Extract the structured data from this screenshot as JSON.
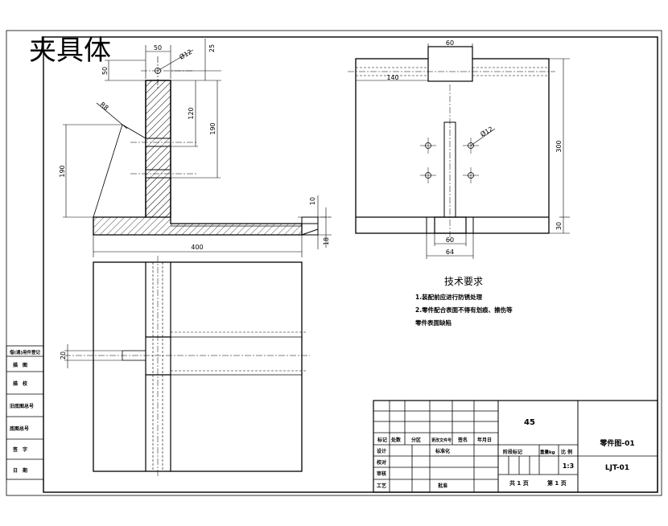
{
  "stamp": {
    "text": "夹具体",
    "color": "#e00000"
  },
  "dims": {
    "d50_top": "50",
    "d25": "25",
    "d50_left": "50",
    "d120": "120",
    "d190_right": "190",
    "d190_left": "190",
    "r8": "R8",
    "dia12_left": "Ø12",
    "d10": "10",
    "d18": "18",
    "d400": "400",
    "d20": "20",
    "d60_top": "60",
    "d140": "140",
    "d300": "300",
    "d30": "30",
    "dia12_right": "Ø12",
    "d60_bottom": "60",
    "d64": "64"
  },
  "tech": {
    "title": "技术要求",
    "line1": "1.装配前应进行防锈处理",
    "line2": "2.零件配合表面不得有划痕、擦伤等",
    "line3": "零件表面缺陷"
  },
  "side_labels": [
    "借(通)用件登记",
    "描　图",
    "描　校",
    "旧底图总号",
    "底图总号",
    "签　字",
    "日　期"
  ],
  "title_block": {
    "material": "45",
    "name": "零件图-01",
    "code": "LJT-01",
    "scale": "1:3",
    "scale_label": "比 例",
    "weight_label": "重量kg",
    "stage_label": "阶段标记",
    "sheets_total": "共 1 页",
    "sheet_no": "第 1 页",
    "hdr_mark": "标记",
    "hdr_count": "处数",
    "hdr_zone": "分区",
    "hdr_doc": "更改文件号",
    "hdr_sign": "签名",
    "hdr_date": "年月日",
    "row_design": "设计",
    "row_std": "标准化",
    "row_check": "校对",
    "row_review": "审核",
    "row_process": "工艺",
    "row_approve": "批准"
  }
}
